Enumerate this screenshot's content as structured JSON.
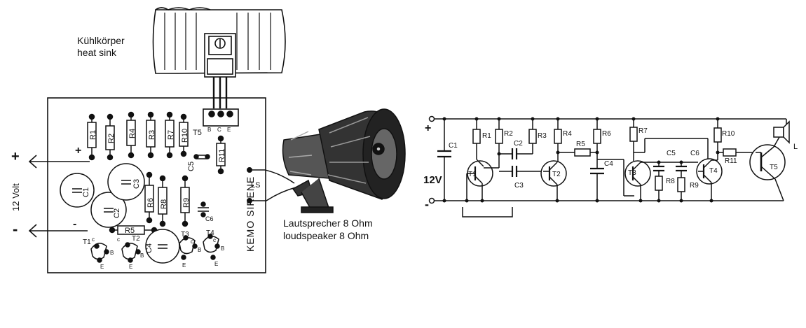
{
  "layout_labels": {
    "heatsink_de": "Kühlkörper",
    "heatsink_en": "heat sink",
    "speaker_de": "Lautsprecher 8 Ohm",
    "speaker_en": "loudspeaker 8 Ohm",
    "voltage": "12 Volt",
    "plus": "+",
    "minus": "-",
    "board_name": "KEMO SIRENE",
    "ls": "LS",
    "t5_pins": [
      "B",
      "C",
      "E"
    ]
  },
  "pcb_components": {
    "resistors_top": [
      "R1",
      "R2",
      "R4",
      "R3",
      "R7",
      "R10",
      "R11"
    ],
    "resistors_mid": [
      "R6",
      "R8",
      "R9",
      "R5"
    ],
    "capacitors": [
      "C1",
      "C2",
      "C3",
      "C4",
      "C5",
      "C6"
    ],
    "transistors": [
      "T1",
      "T2",
      "T3",
      "T4",
      "T5"
    ],
    "pin_labels": [
      "c",
      "B",
      "E"
    ]
  },
  "schematic": {
    "supply": "12V",
    "resistors": [
      "R1",
      "R2",
      "R3",
      "R4",
      "R5",
      "R6",
      "R7",
      "R8",
      "R9",
      "R10",
      "R11"
    ],
    "capacitors": [
      "C1",
      "C2",
      "C3",
      "C4",
      "C5",
      "C6"
    ],
    "transistors": [
      "T1",
      "T2",
      "T3",
      "T4",
      "T5"
    ],
    "speaker": "L"
  }
}
